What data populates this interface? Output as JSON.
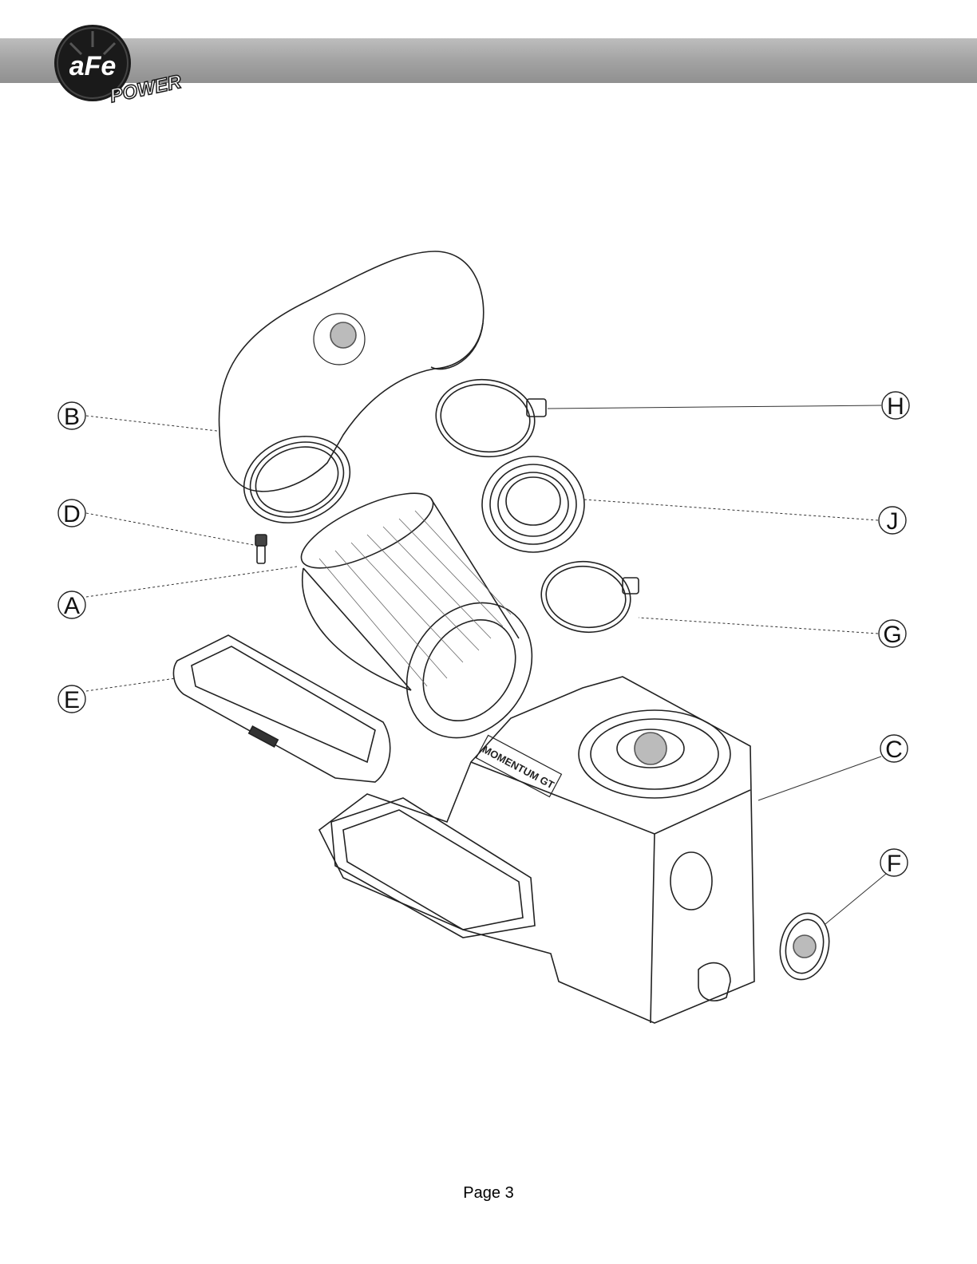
{
  "header": {
    "logo_text": "aFe",
    "logo_subtext": "POWER"
  },
  "diagram": {
    "callouts": [
      {
        "id": "A",
        "label": "A"
      },
      {
        "id": "B",
        "label": "B"
      },
      {
        "id": "C",
        "label": "C"
      },
      {
        "id": "D",
        "label": "D"
      },
      {
        "id": "E",
        "label": "E"
      },
      {
        "id": "F",
        "label": "F"
      },
      {
        "id": "G",
        "label": "G"
      },
      {
        "id": "H",
        "label": "H"
      },
      {
        "id": "J",
        "label": "J"
      }
    ],
    "housing_badge": "MOMENTUM GT"
  },
  "footer": {
    "page_label": "Page 3"
  }
}
